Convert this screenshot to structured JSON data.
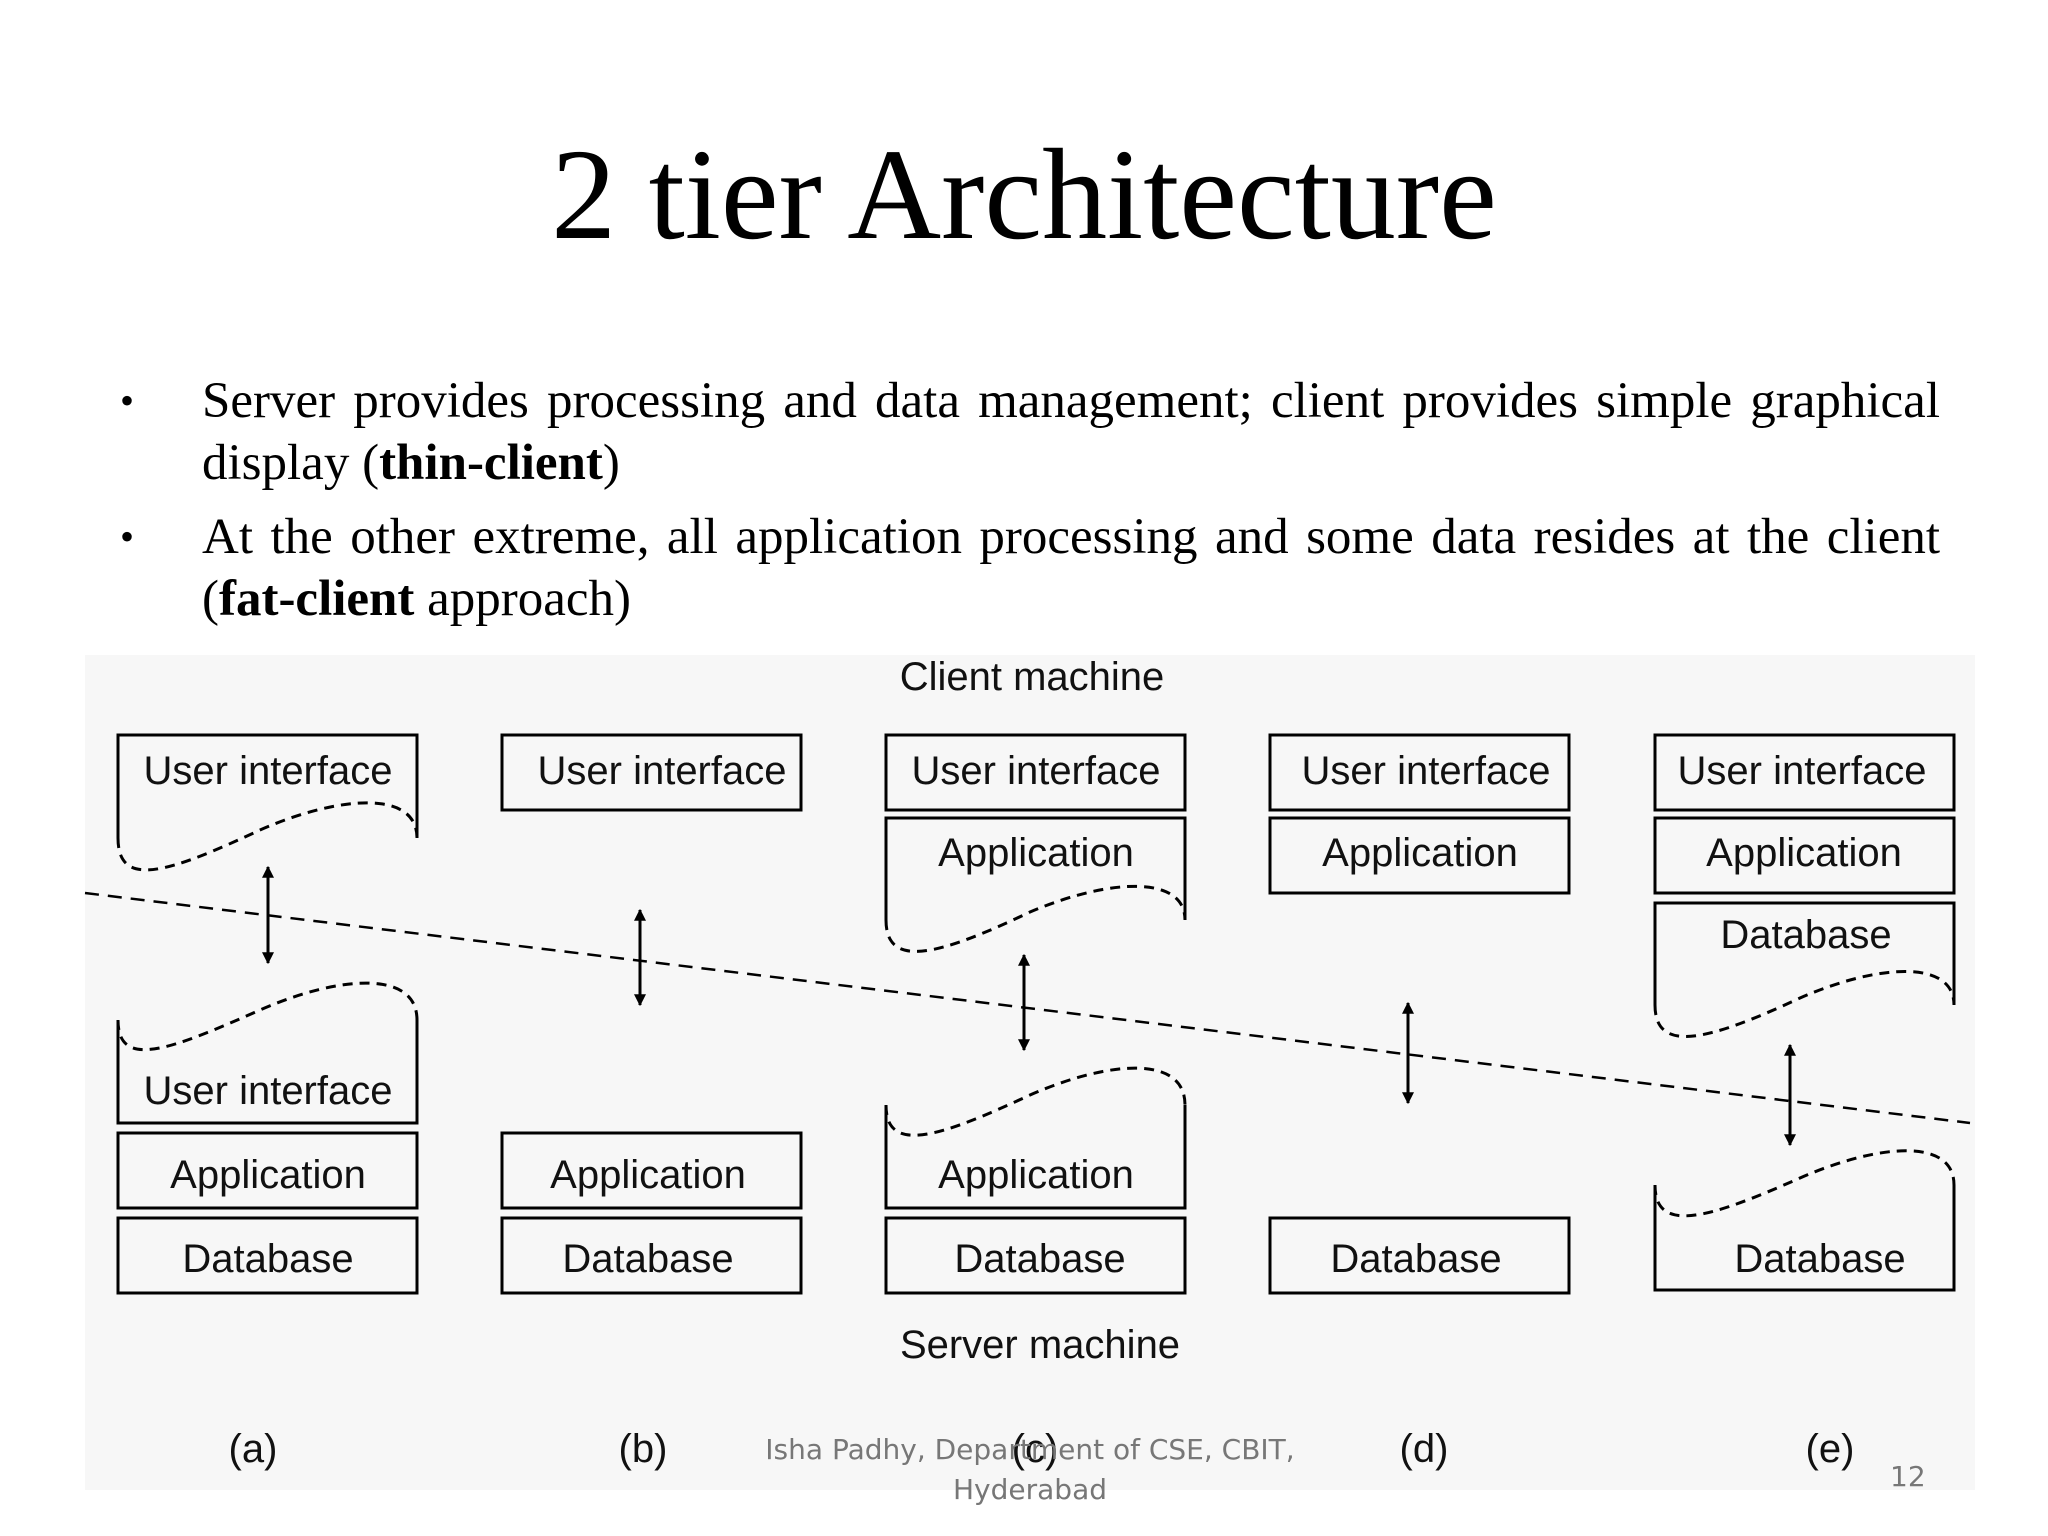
{
  "slide": {
    "title": "2 tier Architecture",
    "bullet_1_pre": "Server provides processing and data management; client provides simple graphical display (",
    "bullet_1_bold": "thin-client",
    "bullet_1_post": ")",
    "bullet_2_pre": "At the other extreme, all application processing and some data resides at the client (",
    "bullet_2_bold": "fat-client",
    "bullet_2_post": " approach)",
    "bullet_symbol": "•",
    "footer_line1": "Isha Padhy, Department of CSE, CBIT,",
    "footer_line2": "Hyderabad",
    "page_number": "12"
  },
  "diagram": {
    "client_label": "Client machine",
    "server_label": "Server machine",
    "user_interface": "User interface",
    "application": "Application",
    "database": "Database",
    "cases": [
      "(a)",
      "(b)",
      "(c)",
      "(d)",
      "(e)"
    ]
  }
}
